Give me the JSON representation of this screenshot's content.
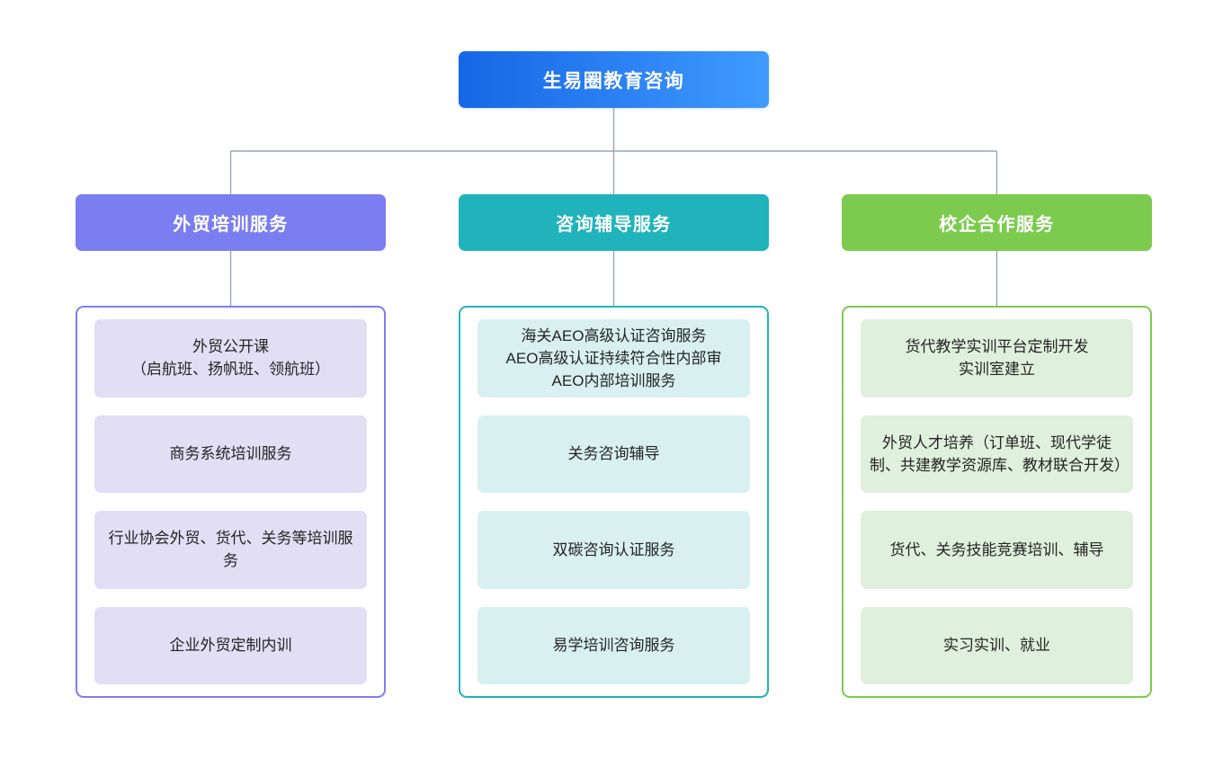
{
  "diagram": {
    "type": "organizational-tree",
    "orientation": "top-down",
    "root": {
      "label": "生易圈教育咨询",
      "color_start": "#1667e6",
      "color_end": "#3f9bfd"
    },
    "connector_color": "#9aa5b1",
    "branches": [
      {
        "label": "外贸培训服务",
        "header_color": "#7b7ef0",
        "border_color": "#7b7ef0",
        "item_color": "#e2def4",
        "items": [
          {
            "label": "外贸公开课\n（启航班、扬帆班、领航班）"
          },
          {
            "label": "商务系统培训服务"
          },
          {
            "label": "行业协会外贸、货代、关务等培训服务"
          },
          {
            "label": "企业外贸定制内训"
          }
        ]
      },
      {
        "label": "咨询辅导服务",
        "header_color": "#20b3bc",
        "border_color": "#20b3bc",
        "item_color": "#d9f0f0",
        "items": [
          {
            "label": "海关AEO高级认证咨询服务\nAEO高级认证持续符合性内部审\nAEO内部培训服务"
          },
          {
            "label": "关务咨询辅导"
          },
          {
            "label": "双碳咨询认证服务"
          },
          {
            "label": "易学培训咨询服务"
          }
        ]
      },
      {
        "label": "校企合作服务",
        "header_color": "#7ccb4e",
        "border_color": "#7ccb4e",
        "item_color": "#dff0dc",
        "items": [
          {
            "label": "货代教学实训平台定制开发\n实训室建立"
          },
          {
            "label": "外贸人才培养（订单班、现代学徒制、共建教学资源库、教材联合开发）"
          },
          {
            "label": "货代、关务技能竞赛培训、辅导"
          },
          {
            "label": "实习实训、就业"
          }
        ]
      }
    ]
  }
}
